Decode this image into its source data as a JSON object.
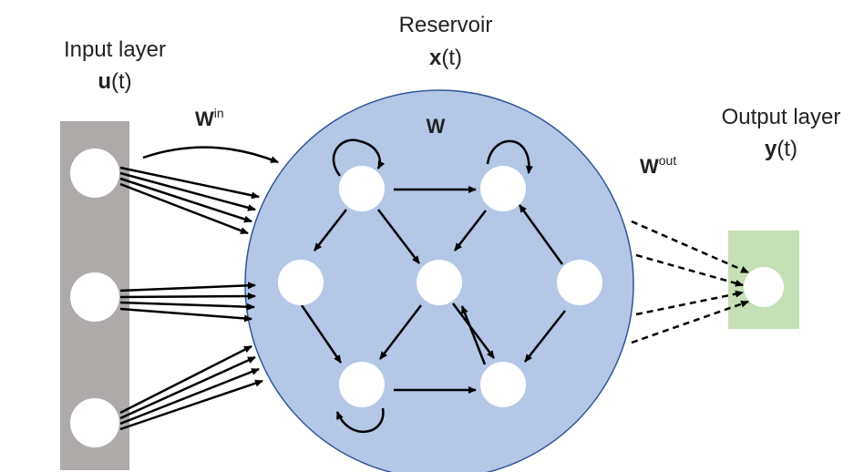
{
  "input_layer": {
    "title": "Input layer",
    "var_symbol": "u",
    "var_arg": "(t)",
    "bar_color": "#aeaaaa"
  },
  "reservoir": {
    "title": "Reservoir",
    "var_symbol": "x",
    "var_arg": "(t)",
    "weight_label": "W",
    "fill_color": "#b4c7e7",
    "stroke_color": "#2f5597"
  },
  "output_layer": {
    "title": "Output layer",
    "var_symbol": "y",
    "var_arg": "(t)",
    "box_color": "#c5e0b4"
  },
  "weights": {
    "input": {
      "base": "W",
      "sup": "in"
    },
    "output": {
      "base": "W",
      "sup": "out"
    }
  }
}
